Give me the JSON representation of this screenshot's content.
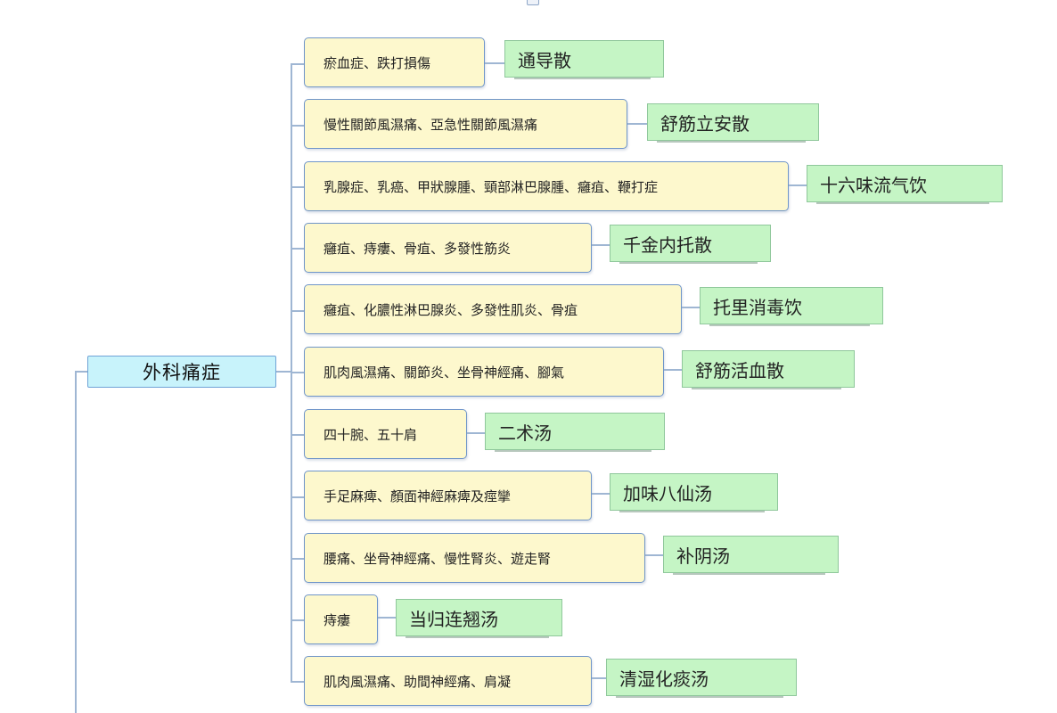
{
  "root": {
    "label": "外科痛症"
  },
  "branches": [
    {
      "symptom": "瘀血症、跌打損傷",
      "remedy": "通导散"
    },
    {
      "symptom": "慢性關節風濕痛、亞急性關節風濕痛",
      "remedy": "舒筋立安散"
    },
    {
      "symptom": "乳腺症、乳癌、甲狀腺腫、頸部淋巴腺腫、癰疽、鞭打症",
      "remedy": "十六味流气饮"
    },
    {
      "symptom": "癰疽、痔瘻、骨疽、多發性筋炎",
      "remedy": "千金内托散"
    },
    {
      "symptom": "癰疽、化膿性淋巴腺炎、多發性肌炎、骨疽",
      "remedy": "托里消毒饮"
    },
    {
      "symptom": "肌肉風濕痛、關節炎、坐骨神經痛、腳氣",
      "remedy": "舒筋活血散"
    },
    {
      "symptom": "四十腕、五十肩",
      "remedy": "二术汤"
    },
    {
      "symptom": "手足麻痺、顏面神經麻痺及痙攣",
      "remedy": "加味八仙汤"
    },
    {
      "symptom": "腰痛、坐骨神經痛、慢性腎炎、遊走腎",
      "remedy": "补阴汤"
    },
    {
      "symptom": "痔瘻",
      "remedy": "当归连翘汤"
    },
    {
      "symptom": "肌肉風濕痛、助間神經痛、肩凝",
      "remedy": "清湿化痰汤"
    }
  ]
}
